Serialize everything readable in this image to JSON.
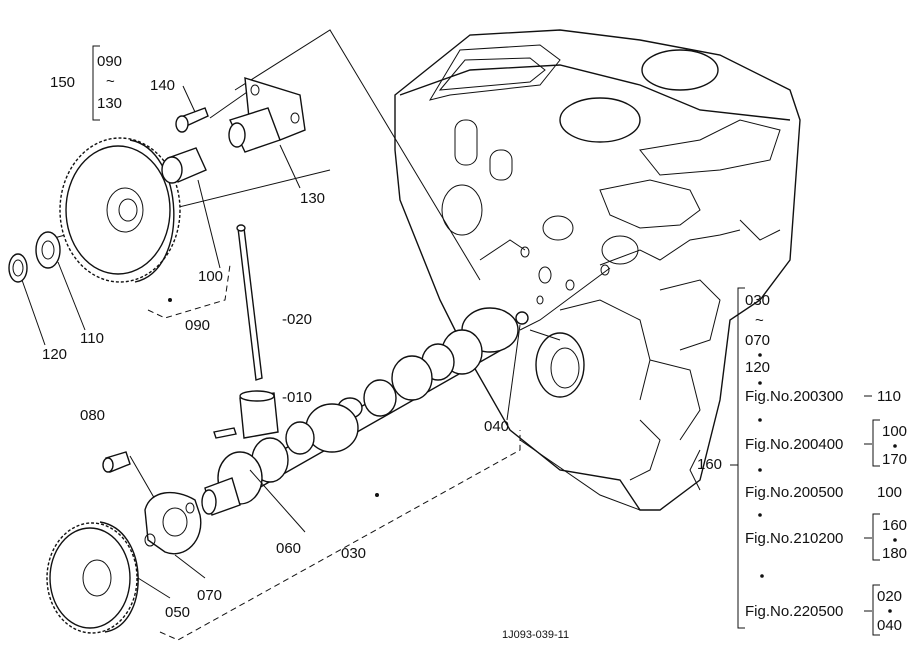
{
  "callouts": {
    "p150": "150",
    "p090a": "090",
    "tilde1": "~",
    "p130a": "130",
    "p140": "140",
    "p130b": "130",
    "p100": "100",
    "p090b": "090",
    "p110": "110",
    "p120": "120",
    "p020": "-020",
    "p010": "-010",
    "p080": "080",
    "p040": "040",
    "p060": "060",
    "p030": "030",
    "p070": "070",
    "p050": "050"
  },
  "variants": {
    "group_id": "160",
    "head_030": "030",
    "tilde": "~",
    "head_070": "070",
    "head_120": "120",
    "fig1": "Fig.No.200300",
    "fig1_part": "110",
    "fig2": "Fig.No.200400",
    "fig2_part_a": "100",
    "fig2_part_b": "170",
    "fig3": "Fig.No.200500",
    "fig3_part": "100",
    "fig4": "Fig.No.210200",
    "fig4_part_a": "160",
    "fig4_part_b": "180",
    "fig5": "Fig.No.220500",
    "fig5_part_a": "020",
    "fig5_part_b": "040"
  },
  "drawing_code": "1J093-039-11"
}
